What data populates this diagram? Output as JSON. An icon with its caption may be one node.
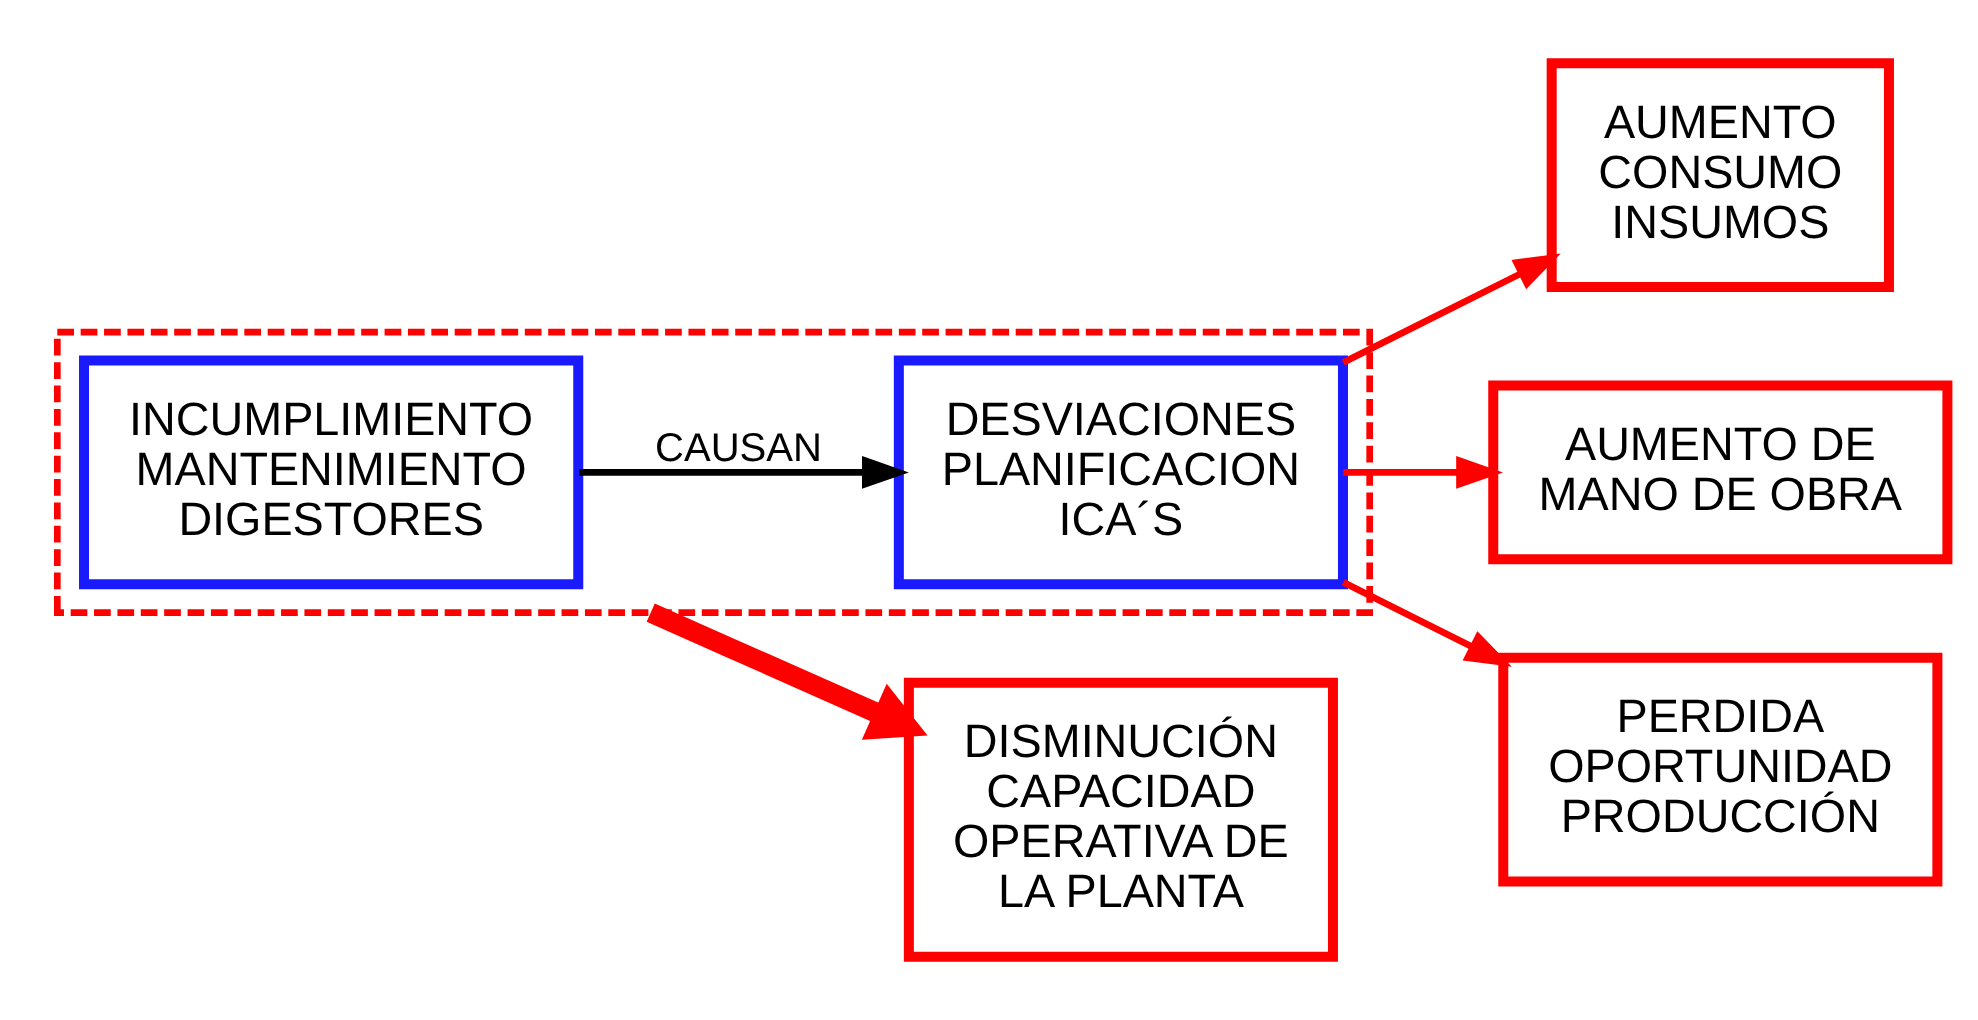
{
  "diagram": {
    "nodes": [
      {
        "text": [],
        "shape": "box"
      },
      {
        "text": [
          "INCUMPLIMIENTO MANTENIMIENTO DIGESTORES"
        ],
        "in": 0
      },
      {
        "text": [
          "DESVIACIONES PLANIFICACION ICA´S"
        ],
        "in": 0
      },
      {
        "text": [
          "DISMINUCIÓN CAPACIDAD OPERATIVA DE LA PLANTA"
        ]
      },
      {
        "text": [
          "AUMENTO CONSUMO INSUMOS"
        ]
      },
      {
        "text": [
          "AUMENTO DE MANO DE OBRA"
        ]
      },
      {
        "text": [
          "PERDIDA OPORTUNIDAD PRODUCCIÓN"
        ]
      }
    ],
    "edges": [
      {
        "from": 1,
        "to": 2,
        "arrow": "to",
        "label": "CAUSAN",
        "color": "#000000"
      },
      {
        "from": 0,
        "to": 3,
        "arrow": "to",
        "style": "thick"
      },
      {
        "from": 2,
        "to": 4,
        "arrow": "to"
      },
      {
        "from": 2,
        "to": 5,
        "arrow": "to"
      },
      {
        "from": 2,
        "to": 6,
        "arrow": "to"
      }
    ]
  }
}
